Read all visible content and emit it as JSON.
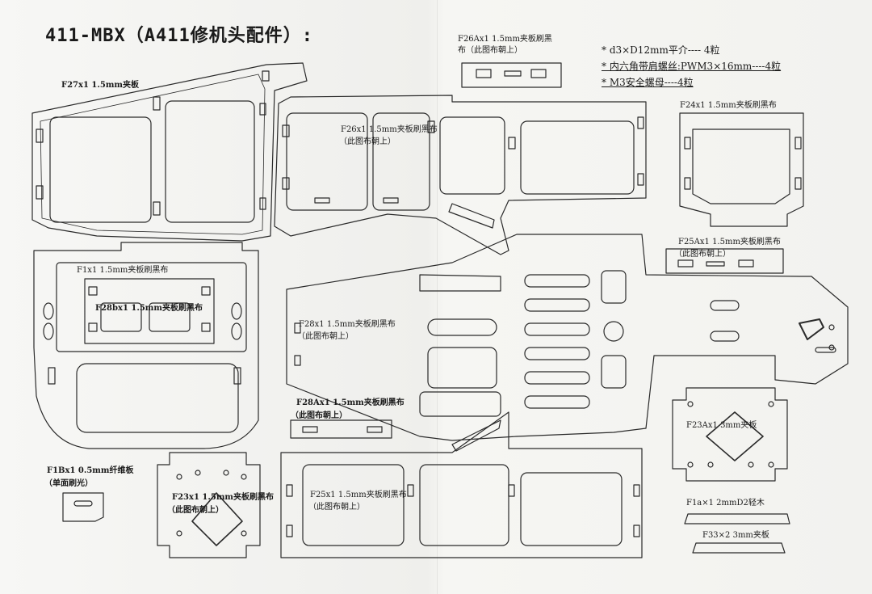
{
  "title": "411-MBX（A411修机头配件）:",
  "notes": [
    "* d3×D12mm平介---- 4粒",
    "* 内六角带肩螺丝:PWM3×16mm----4粒",
    "* M3安全螺母----4粒"
  ],
  "parts": {
    "f27": "F27x1  1.5mm夹板",
    "f26a": "F26Ax1  1.5mm夹板刷黑",
    "f26a_sub": "布（此图布朝上）",
    "f26": "F26x1  1.5mm夹板刷黑布",
    "f26_sub": "（此图布朝上）",
    "f24": "F24x1  1.5mm夹板刷黑布",
    "f25a": "F25Ax1  1.5mm夹板刷黑布",
    "f25a_sub": "（此图布朝上）",
    "f1": "F1x1  1.5mm夹板刷黑布",
    "f28b": "F28bx1  1.5mm夹板刷黑布",
    "f28": "F28x1  1.5mm夹板刷黑布",
    "f28_sub": "（此图布朝上）",
    "f28a": "F28Ax1  1.5mm夹板刷黑布",
    "f28a_sub": "（此图布朝上）",
    "f23a": "F23Ax1   3mm夹板",
    "f1b": "F1Bx1  0.5mm纤维板",
    "f1b_sub": "（单面刷光）",
    "f23": "F23x1  1.5mm夹板刷黑布",
    "f23_sub": "（此图布朝上）",
    "f25": "F25x1  1.5mm夹板刷黑布",
    "f25_sub": "（此图布朝上）",
    "f1a": "F1a×1  2mmD2轻木",
    "f33": "F33×2  3mm夹板"
  }
}
